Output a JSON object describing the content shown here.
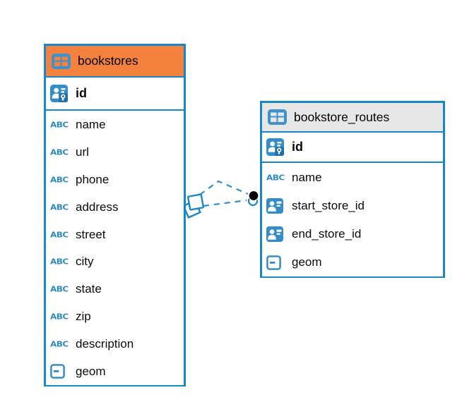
{
  "tables": [
    {
      "name": "bookstores",
      "header_color": "#F5813F",
      "columns": [
        {
          "label": "id",
          "icon": "primary-key"
        },
        {
          "label": "name",
          "icon": "text"
        },
        {
          "label": "url",
          "icon": "text"
        },
        {
          "label": "phone",
          "icon": "text"
        },
        {
          "label": "address",
          "icon": "text"
        },
        {
          "label": "street",
          "icon": "text"
        },
        {
          "label": "city",
          "icon": "text"
        },
        {
          "label": "state",
          "icon": "text"
        },
        {
          "label": "zip",
          "icon": "text"
        },
        {
          "label": "description",
          "icon": "text"
        },
        {
          "label": "geom",
          "icon": "geometry"
        }
      ]
    },
    {
      "name": "bookstore_routes",
      "header_color": "#E7E7E7",
      "columns": [
        {
          "label": "id",
          "icon": "primary-key"
        },
        {
          "label": "name",
          "icon": "text"
        },
        {
          "label": "start_store_id",
          "icon": "reference"
        },
        {
          "label": "end_store_id",
          "icon": "reference"
        },
        {
          "label": "geom",
          "icon": "geometry"
        }
      ]
    }
  ],
  "relationship": {
    "from_table": "bookstores",
    "to_table": "bookstore_routes",
    "line_style": "dashed"
  },
  "colors": {
    "table_border_blue": "#1787C9",
    "icon_blue": "#2F89C8",
    "header_orange": "#F5813F",
    "header_gray": "#E7E7E7",
    "connector_blue": "#2B8FD2",
    "endpoint_black": "#000000"
  }
}
